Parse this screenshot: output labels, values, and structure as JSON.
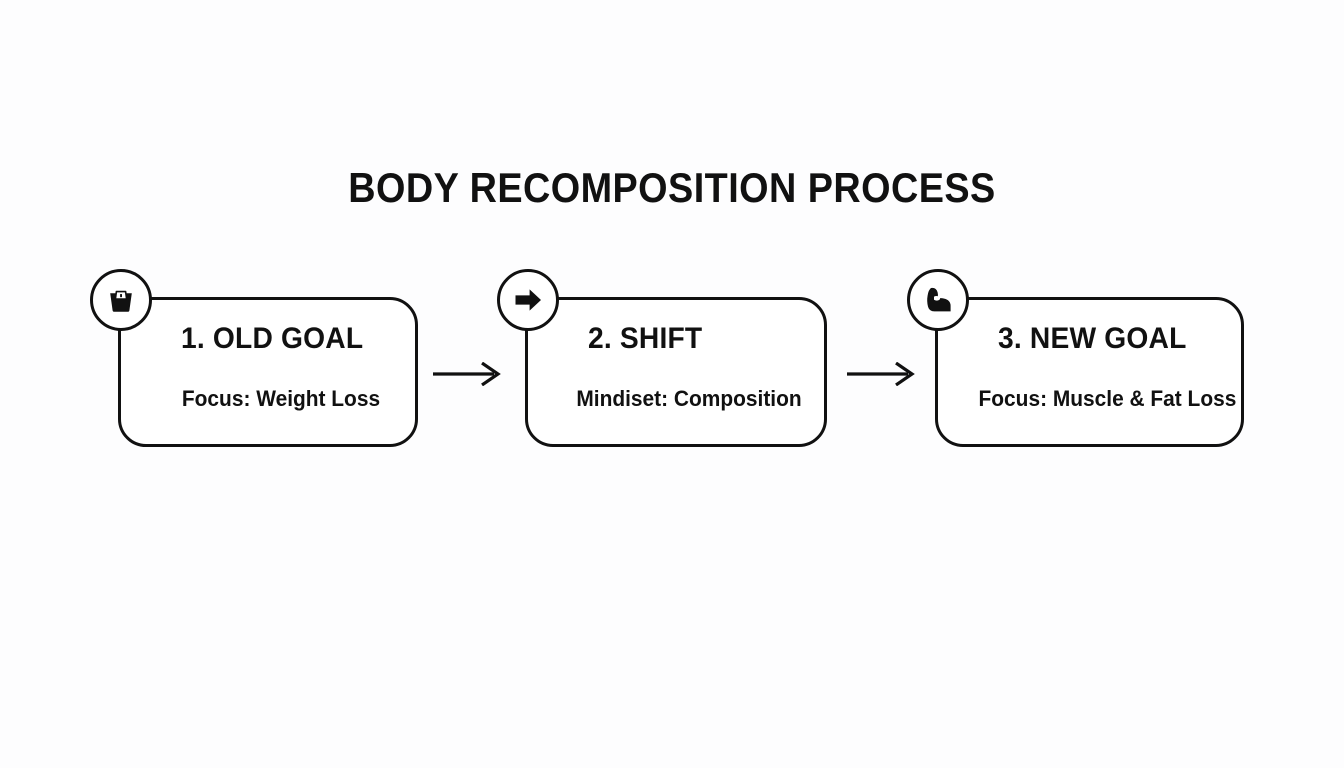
{
  "page": {
    "title": "BODY RECOMPOSITION PROCESS",
    "background_color": "#fdfdfe",
    "ink_color": "#111111"
  },
  "diagram": {
    "type": "process-flow",
    "orientation": "horizontal",
    "steps": [
      {
        "heading": "1. OLD GOAL",
        "subtitle": "Focus: Weight Loss",
        "icon": "weight-scale-icon"
      },
      {
        "heading": "2. SHIFT",
        "subtitle": "Mindiset: Composition",
        "icon": "arrow-right-icon"
      },
      {
        "heading": "3. NEW GOAL",
        "subtitle": "Focus: Muscle & Fat Loss",
        "icon": "flexed-bicep-icon"
      }
    ],
    "connectors": [
      {
        "icon": "arrow-right-connector-icon",
        "from": "1. OLD GOAL",
        "to": "2. SHIFT"
      },
      {
        "icon": "arrow-right-connector-icon",
        "from": "2. SHIFT",
        "to": "3. NEW GOAL"
      }
    ]
  }
}
